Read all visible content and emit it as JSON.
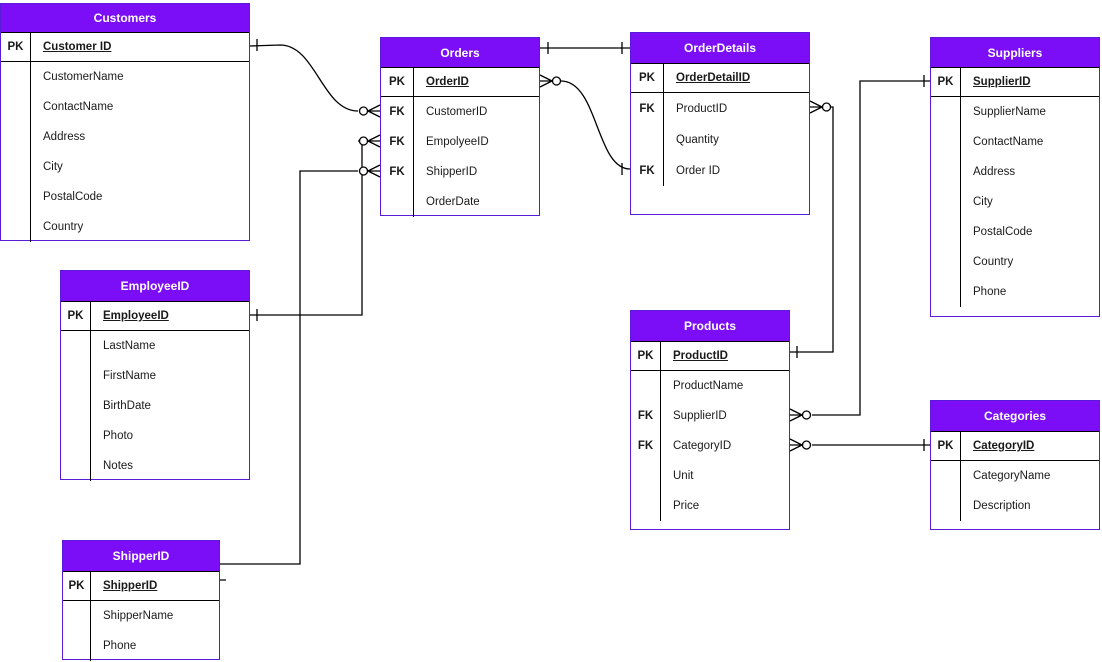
{
  "diagram": {
    "type": "entity-relationship",
    "colors": {
      "table_header_bg": "#7b0ef6",
      "table_header_text": "#ffffff",
      "table_border": "#5a1bd8",
      "connector_line": "#000000",
      "row_text": "#1a1a1a"
    },
    "tables": [
      {
        "id": "customers",
        "title": "Customers",
        "rows": [
          {
            "key": "PK",
            "name": "Customer ID",
            "pk": true
          },
          {
            "key": "",
            "name": "CustomerName"
          },
          {
            "key": "",
            "name": "ContactName"
          },
          {
            "key": "",
            "name": "Address"
          },
          {
            "key": "",
            "name": "City"
          },
          {
            "key": "",
            "name": "PostalCode"
          },
          {
            "key": "",
            "name": "Country"
          }
        ]
      },
      {
        "id": "orders",
        "title": "Orders",
        "rows": [
          {
            "key": "PK",
            "name": "OrderID",
            "pk": true
          },
          {
            "key": "FK",
            "name": "CustomerID"
          },
          {
            "key": "FK",
            "name": "EmpolyeeID"
          },
          {
            "key": "FK",
            "name": "ShipperID"
          },
          {
            "key": "",
            "name": "OrderDate"
          }
        ]
      },
      {
        "id": "orderdetails",
        "title": "OrderDetails",
        "rows": [
          {
            "key": "PK",
            "name": "OrderDetailID",
            "pk": true
          },
          {
            "key": "FK",
            "name": "ProductID"
          },
          {
            "key": "",
            "name": "Quantity"
          },
          {
            "key": "FK",
            "name": "Order ID"
          }
        ]
      },
      {
        "id": "suppliers",
        "title": "Suppliers",
        "rows": [
          {
            "key": "PK",
            "name": "SupplierID",
            "pk": true
          },
          {
            "key": "",
            "name": "SupplierName"
          },
          {
            "key": "",
            "name": "ContactName"
          },
          {
            "key": "",
            "name": "Address"
          },
          {
            "key": "",
            "name": "City"
          },
          {
            "key": "",
            "name": "PostalCode"
          },
          {
            "key": "",
            "name": "Country"
          },
          {
            "key": "",
            "name": "Phone"
          }
        ]
      },
      {
        "id": "employeeid",
        "title": "EmployeeID",
        "rows": [
          {
            "key": "PK",
            "name": "EmployeeID",
            "pk": true
          },
          {
            "key": "",
            "name": "LastName"
          },
          {
            "key": "",
            "name": "FirstName"
          },
          {
            "key": "",
            "name": "BirthDate"
          },
          {
            "key": "",
            "name": "Photo"
          },
          {
            "key": "",
            "name": "Notes"
          }
        ]
      },
      {
        "id": "products",
        "title": "Products",
        "rows": [
          {
            "key": "PK",
            "name": "ProductID",
            "pk": true
          },
          {
            "key": "",
            "name": "ProductName"
          },
          {
            "key": "FK",
            "name": "SupplierID"
          },
          {
            "key": "FK",
            "name": "CategoryID"
          },
          {
            "key": "",
            "name": "Unit"
          },
          {
            "key": "",
            "name": "Price"
          }
        ]
      },
      {
        "id": "categories",
        "title": "Categories",
        "rows": [
          {
            "key": "PK",
            "name": "CategoryID",
            "pk": true
          },
          {
            "key": "",
            "name": "CategoryName"
          },
          {
            "key": "",
            "name": "Description"
          }
        ]
      },
      {
        "id": "shipperid",
        "title": "ShipperID",
        "rows": [
          {
            "key": "PK",
            "name": "ShipperID",
            "pk": true
          },
          {
            "key": "",
            "name": "ShipperName"
          },
          {
            "key": "",
            "name": "Phone"
          }
        ]
      }
    ],
    "relationships": [
      {
        "from": "Customers.Customer ID",
        "from_cardinality": "one",
        "to": "Orders.CustomerID",
        "to_cardinality": "zero-or-many"
      },
      {
        "from": "EmployeeID.EmployeeID",
        "from_cardinality": "one",
        "to": "Orders.EmpolyeeID",
        "to_cardinality": "zero-or-many"
      },
      {
        "from": "ShipperID.ShipperID",
        "from_cardinality": "one",
        "to": "Orders.ShipperID",
        "to_cardinality": "zero-or-many"
      },
      {
        "from": "Orders",
        "from_cardinality": "one",
        "to": "OrderDetails",
        "to_cardinality": "one"
      },
      {
        "from": "OrderDetails.Order ID",
        "from_cardinality": "one",
        "to": "Orders.OrderID",
        "to_cardinality": "zero-or-many"
      },
      {
        "from": "Products.ProductID",
        "from_cardinality": "one",
        "to": "OrderDetails.ProductID",
        "to_cardinality": "zero-or-many"
      },
      {
        "from": "Suppliers.SupplierID",
        "from_cardinality": "one",
        "to": "Products.SupplierID",
        "to_cardinality": "zero-or-many"
      },
      {
        "from": "Categories.CategoryID",
        "from_cardinality": "one",
        "to": "Products.CategoryID",
        "to_cardinality": "zero-or-many"
      }
    ]
  }
}
